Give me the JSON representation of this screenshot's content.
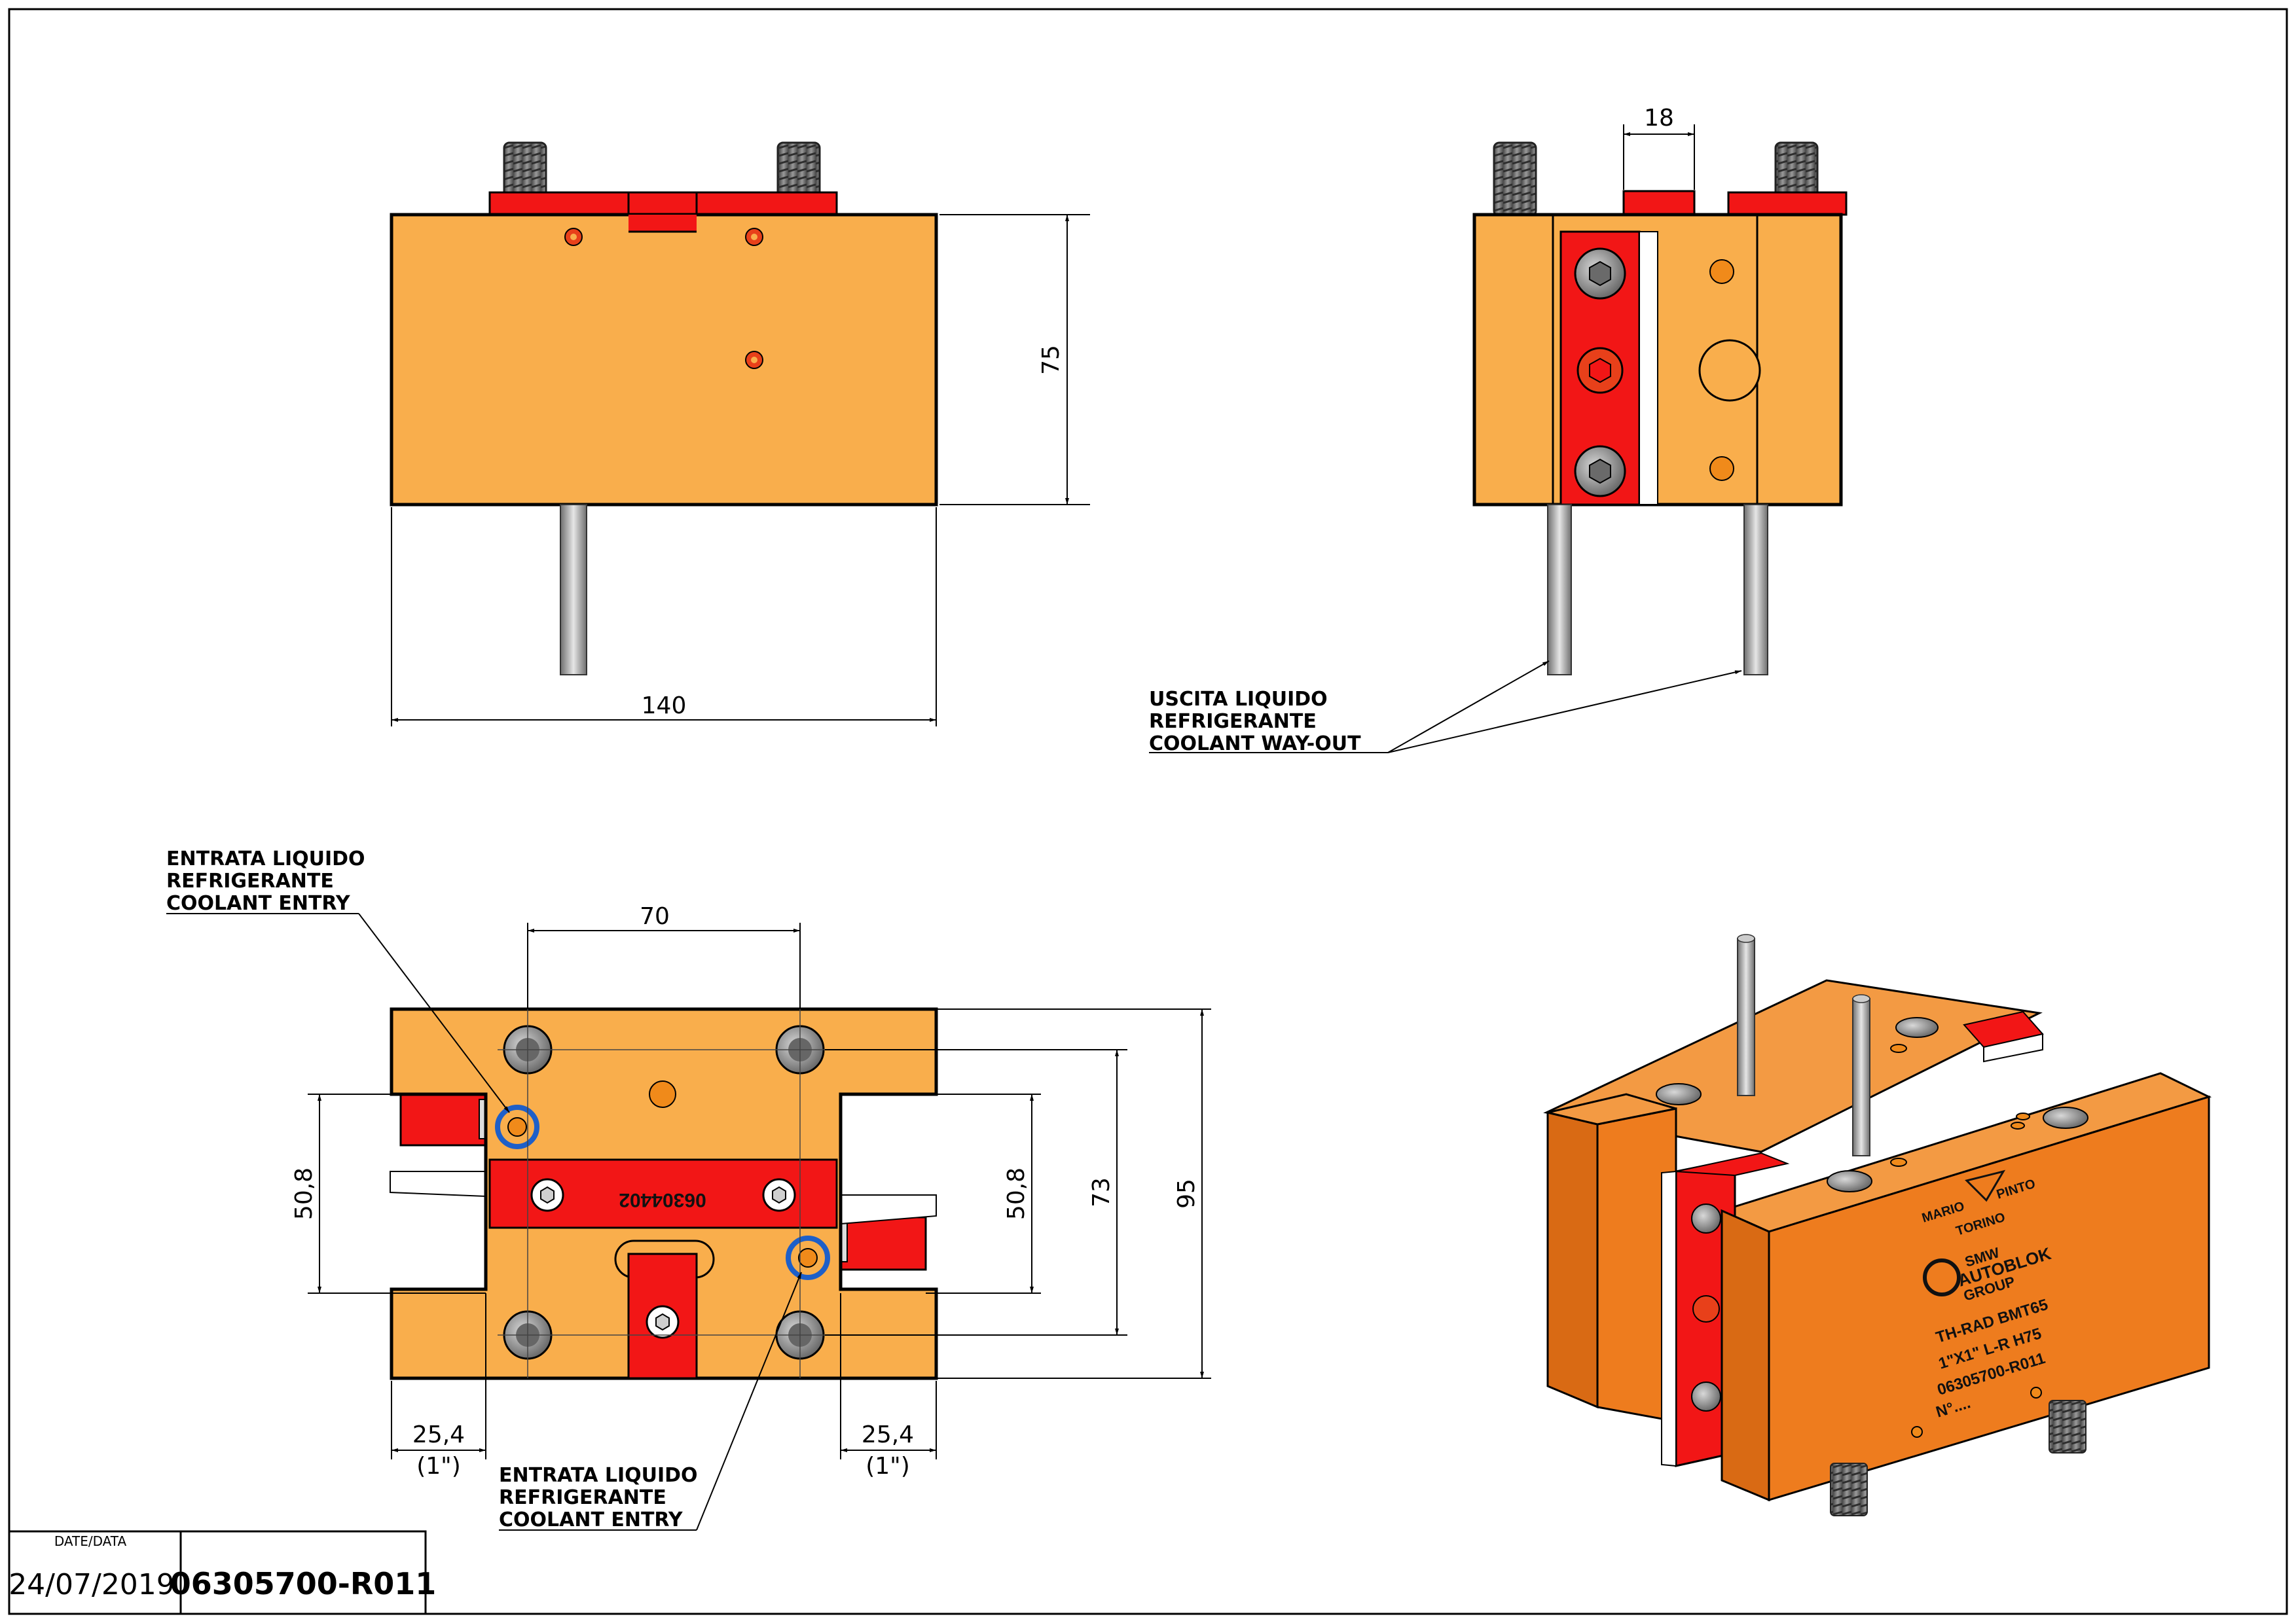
{
  "views": {
    "front": {
      "width_dim": "140",
      "height_dim": "75"
    },
    "side": {
      "slot_dim": "18"
    },
    "bottom": {
      "spacing_dim": "70",
      "left_slot_dim": "50,8",
      "right_slot_dim": "50,8",
      "inner_height_dim": "73",
      "total_height_dim": "95",
      "left_offset_dim": "25,4",
      "left_offset_inch": "(1\")",
      "right_offset_dim": "25,4",
      "right_offset_inch": "(1\")",
      "part_number": "06304402"
    },
    "iso": {
      "brand_line1": "MARIO",
      "brand_line2": "PINTO",
      "brand_line3": "TORINO",
      "smw_line1": "SMW",
      "smw_line2": "AUTOBLOK",
      "smw_line3": "GROUP",
      "model": "TH-RAD BMT65",
      "spec": "1\"X1\" L-R H75",
      "code": "06305700-R011",
      "serial": "N°...."
    }
  },
  "notes": {
    "coolant_out": [
      "USCITA LIQUIDO",
      "REFRIGERANTE",
      "COOLANT WAY-OUT"
    ],
    "coolant_in_top": [
      "ENTRATA LIQUIDO",
      "REFRIGERANTE",
      "COOLANT ENTRY"
    ],
    "coolant_in_bottom": [
      "ENTRATA LIQUIDO",
      "REFRIGERANTE",
      "COOLANT ENTRY"
    ]
  },
  "title_block": {
    "date_label": "DATE/DATA",
    "date_value": "24/07/2019",
    "drawing_code": "06305700-R011"
  },
  "colors": {
    "body": "#F9AE4C",
    "red": "#F21616",
    "steel": "#8C8C8C",
    "iso_body": "#EE7C1E"
  }
}
